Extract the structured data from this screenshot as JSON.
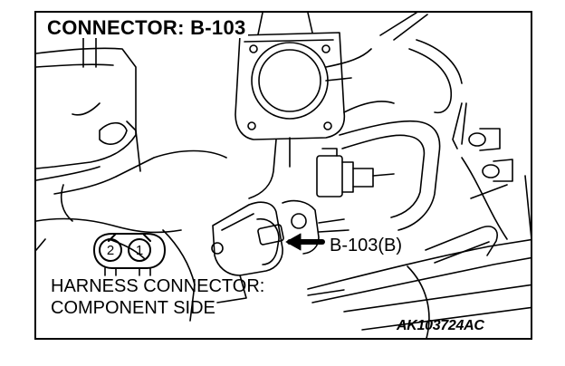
{
  "diagram": {
    "title": "CONNECTOR: B-103",
    "callout": "B-103(B)",
    "harness_line1": "HARNESS CONNECTOR:",
    "harness_line2": "COMPONENT SIDE",
    "figure_code": "AK103724AC",
    "connector_pins": [
      "2",
      "1"
    ],
    "colors": {
      "ink": "#000000",
      "paper": "#ffffff"
    }
  }
}
